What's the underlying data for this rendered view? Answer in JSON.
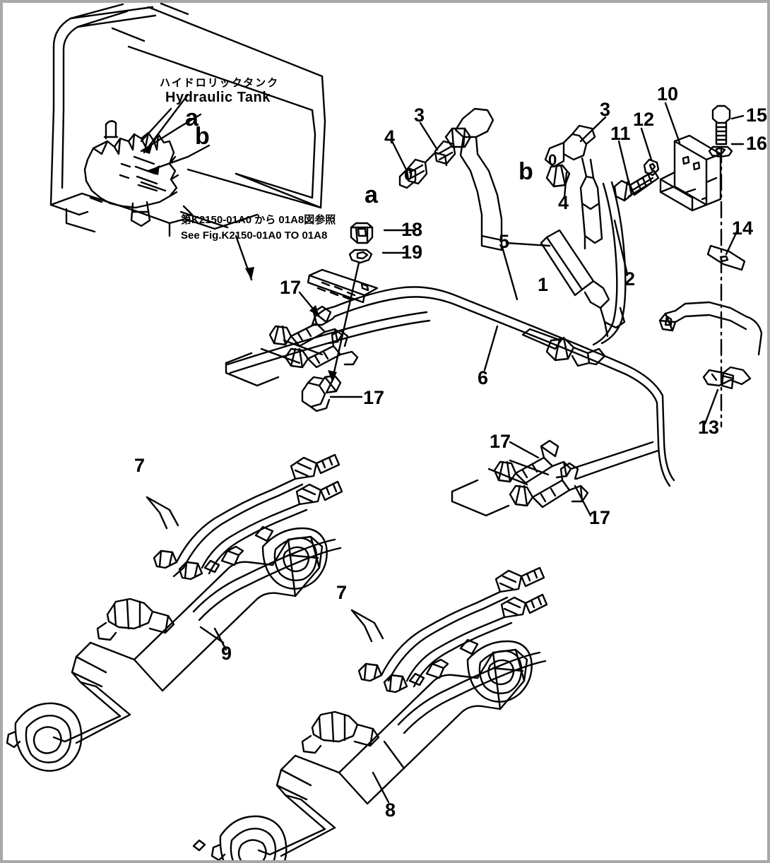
{
  "diagram": {
    "type": "hydraulic-piping-parts-diagram",
    "inset": {
      "jp_label": "ハイドロリックタンク",
      "en_label": "Hydraulic Tank",
      "callout_a": "a",
      "callout_b": "b"
    },
    "reference_note": {
      "jp": "第K2150-01A0 から 01A8図参照",
      "en": "See Fig.K2150-01A0  TO  01A8"
    },
    "section_markers": {
      "a": "a",
      "b": "b",
      "port_a_zero": "0",
      "port_b_zero": "0"
    },
    "item_numbers": [
      {
        "id": "n1",
        "text": "1"
      },
      {
        "id": "n2",
        "text": "2"
      },
      {
        "id": "n3a",
        "text": "3"
      },
      {
        "id": "n3b",
        "text": "3"
      },
      {
        "id": "n4a",
        "text": "4"
      },
      {
        "id": "n4b",
        "text": "4"
      },
      {
        "id": "n5",
        "text": "5"
      },
      {
        "id": "n6",
        "text": "6"
      },
      {
        "id": "n7a",
        "text": "7"
      },
      {
        "id": "n7b",
        "text": "7"
      },
      {
        "id": "n8",
        "text": "8"
      },
      {
        "id": "n9",
        "text": "9"
      },
      {
        "id": "n10",
        "text": "10"
      },
      {
        "id": "n11",
        "text": "11"
      },
      {
        "id": "n12",
        "text": "12"
      },
      {
        "id": "n13",
        "text": "13"
      },
      {
        "id": "n14",
        "text": "14"
      },
      {
        "id": "n15",
        "text": "15"
      },
      {
        "id": "n16",
        "text": "16"
      },
      {
        "id": "n17a",
        "text": "17"
      },
      {
        "id": "n17b",
        "text": "17"
      },
      {
        "id": "n17c",
        "text": "17"
      },
      {
        "id": "n17d",
        "text": "17"
      },
      {
        "id": "n18",
        "text": "18"
      },
      {
        "id": "n19",
        "text": "19"
      }
    ]
  }
}
